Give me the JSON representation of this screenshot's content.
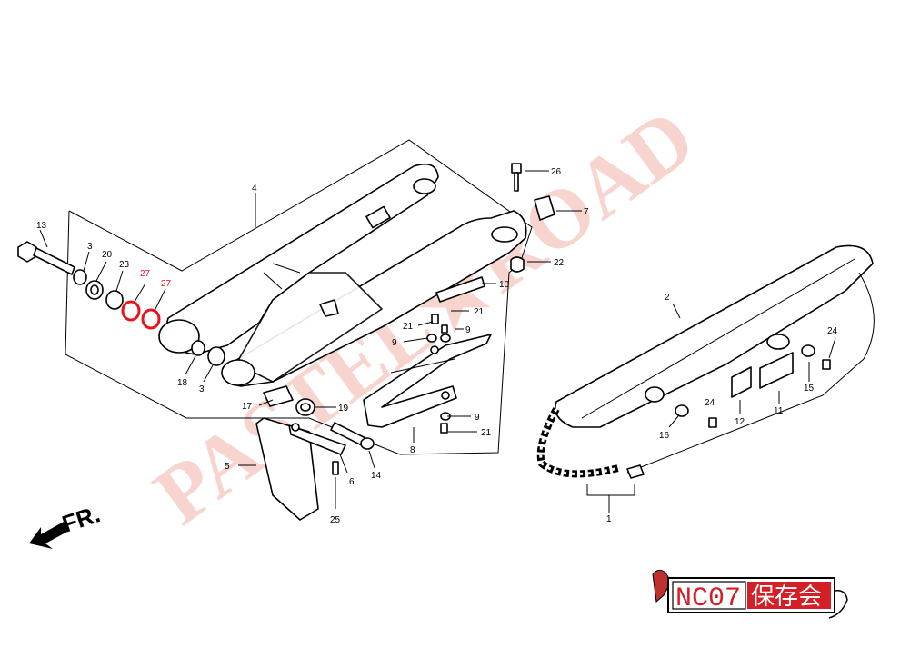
{
  "watermark": {
    "text": "PASTEL★ROAD",
    "color": "#f4b2a8"
  },
  "direction_marker": {
    "text": "FR."
  },
  "logo": {
    "code": "NC07",
    "name": "保存会",
    "accent": "#d41f26"
  },
  "callouts": [
    {
      "id": "c1",
      "label": "1"
    },
    {
      "id": "c2",
      "label": "2"
    },
    {
      "id": "c3a",
      "label": "3"
    },
    {
      "id": "c3b",
      "label": "3"
    },
    {
      "id": "c4",
      "label": "4"
    },
    {
      "id": "c5",
      "label": "5"
    },
    {
      "id": "c6",
      "label": "6"
    },
    {
      "id": "c7",
      "label": "7"
    },
    {
      "id": "c8",
      "label": "8"
    },
    {
      "id": "c9a",
      "label": "9"
    },
    {
      "id": "c9b",
      "label": "9"
    },
    {
      "id": "c9c",
      "label": "9"
    },
    {
      "id": "c10",
      "label": "10"
    },
    {
      "id": "c11",
      "label": "11"
    },
    {
      "id": "c12",
      "label": "12"
    },
    {
      "id": "c13",
      "label": "13"
    },
    {
      "id": "c14",
      "label": "14"
    },
    {
      "id": "c15",
      "label": "15"
    },
    {
      "id": "c16",
      "label": "16"
    },
    {
      "id": "c17",
      "label": "17"
    },
    {
      "id": "c18",
      "label": "18"
    },
    {
      "id": "c19",
      "label": "19"
    },
    {
      "id": "c20",
      "label": "20"
    },
    {
      "id": "c21a",
      "label": "21"
    },
    {
      "id": "c21b",
      "label": "21"
    },
    {
      "id": "c21c",
      "label": "21"
    },
    {
      "id": "c22",
      "label": "22"
    },
    {
      "id": "c23",
      "label": "23"
    },
    {
      "id": "c24a",
      "label": "24"
    },
    {
      "id": "c24b",
      "label": "24"
    },
    {
      "id": "c25",
      "label": "25"
    },
    {
      "id": "c26",
      "label": "26"
    },
    {
      "id": "c27a",
      "label": "27",
      "highlight": true
    },
    {
      "id": "c27b",
      "label": "27",
      "highlight": true
    }
  ]
}
